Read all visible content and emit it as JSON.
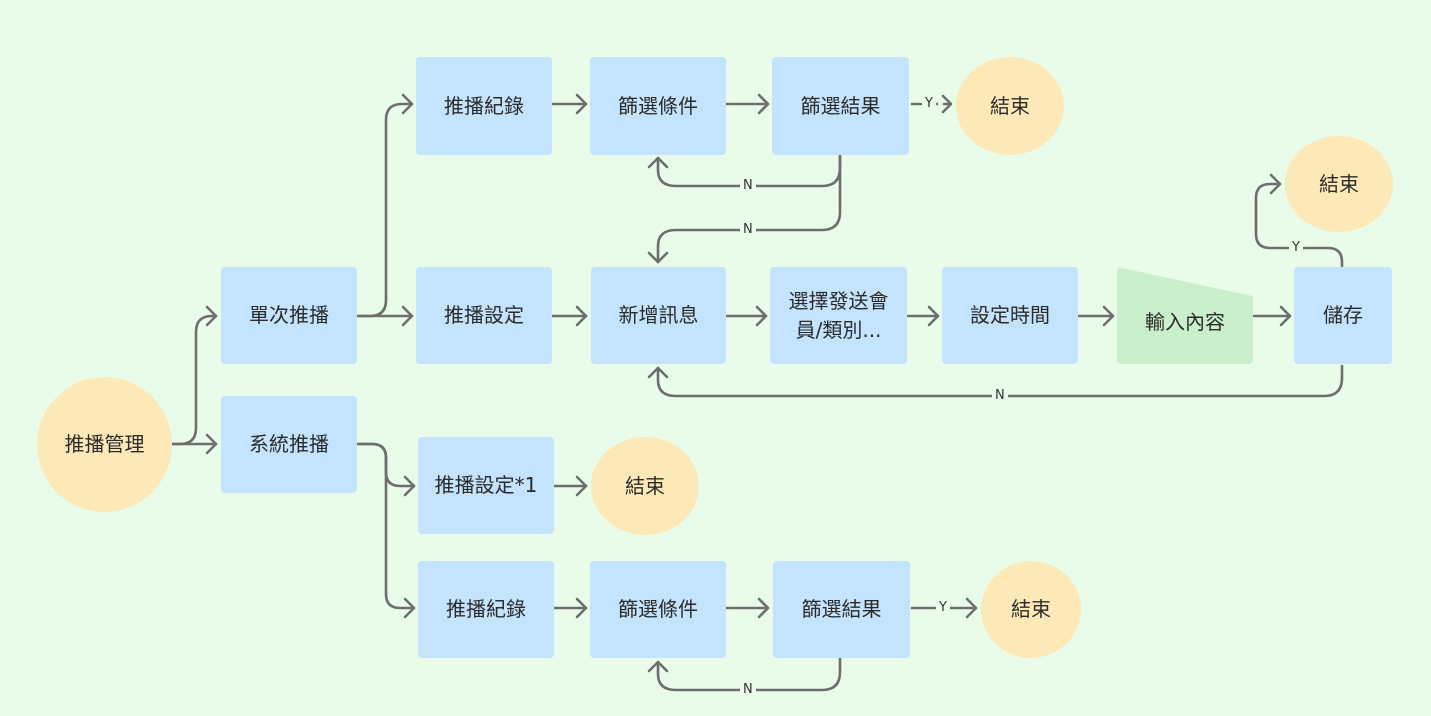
{
  "nodes": {
    "push_mgmt": "推播管理",
    "single_push": "單次推播",
    "system_push": "系統推播",
    "record_top": "推播紀錄",
    "filter_cond_top": "篩選條件",
    "filter_result_top": "篩選結果",
    "end_top": "結束",
    "push_setting": "推播設定",
    "new_message": "新增訊息",
    "select_members": "選擇發送會員/類別...",
    "set_time": "設定時間",
    "input_content": "輸入內容",
    "save": "儲存",
    "end_save": "結束",
    "push_setting_1": "推播設定*1",
    "end_mid": "結束",
    "record_bottom": "推播紀錄",
    "filter_cond_bottom": "篩選條件",
    "filter_result_bottom": "篩選結果",
    "end_bottom": "結束"
  },
  "edge_labels": {
    "yes": "Y",
    "no": "N"
  },
  "colors": {
    "background": "#e9fcea",
    "process": "#c4e3fd",
    "terminal": "#fde8b8",
    "input": "#c9efcb",
    "connector": "#6e6e6e"
  }
}
